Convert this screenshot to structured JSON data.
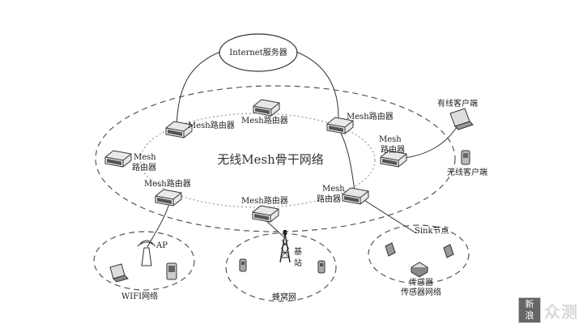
{
  "diagram": {
    "internet_server": "Internet服务器",
    "backbone_label": "无线Mesh骨干网络",
    "routers": {
      "r_top_left": "Mesh路由器",
      "r_top_mid": "Mesh路由器",
      "r_top_right": "Mesh路由器",
      "r_left_line1": "Mesh",
      "r_left_line2": "路由器",
      "r_left_lower": "Mesh路由器",
      "r_bottom_mid": "Mesh路由器",
      "r_right_line1": "Mesh",
      "r_right_line2": "路由器",
      "r_bottom_right_line1": "Mesh",
      "r_bottom_right_line2": "路由器"
    },
    "wired_client": "有线客户端",
    "wireless_client": "无线客户端",
    "ap": "AP",
    "wifi_network": "WIFI网络",
    "base_station_line1": "基",
    "base_station_line2": "站",
    "cellular_network": "蜂窝网",
    "sink_node": "Sink节点",
    "sensor": "传感器",
    "sensor_network": "传感器网络"
  },
  "watermark": {
    "char1": "新",
    "char2": "浪",
    "text": "众测"
  },
  "colors": {
    "line": "#333333",
    "dash": "#555555",
    "device": "#444444"
  }
}
